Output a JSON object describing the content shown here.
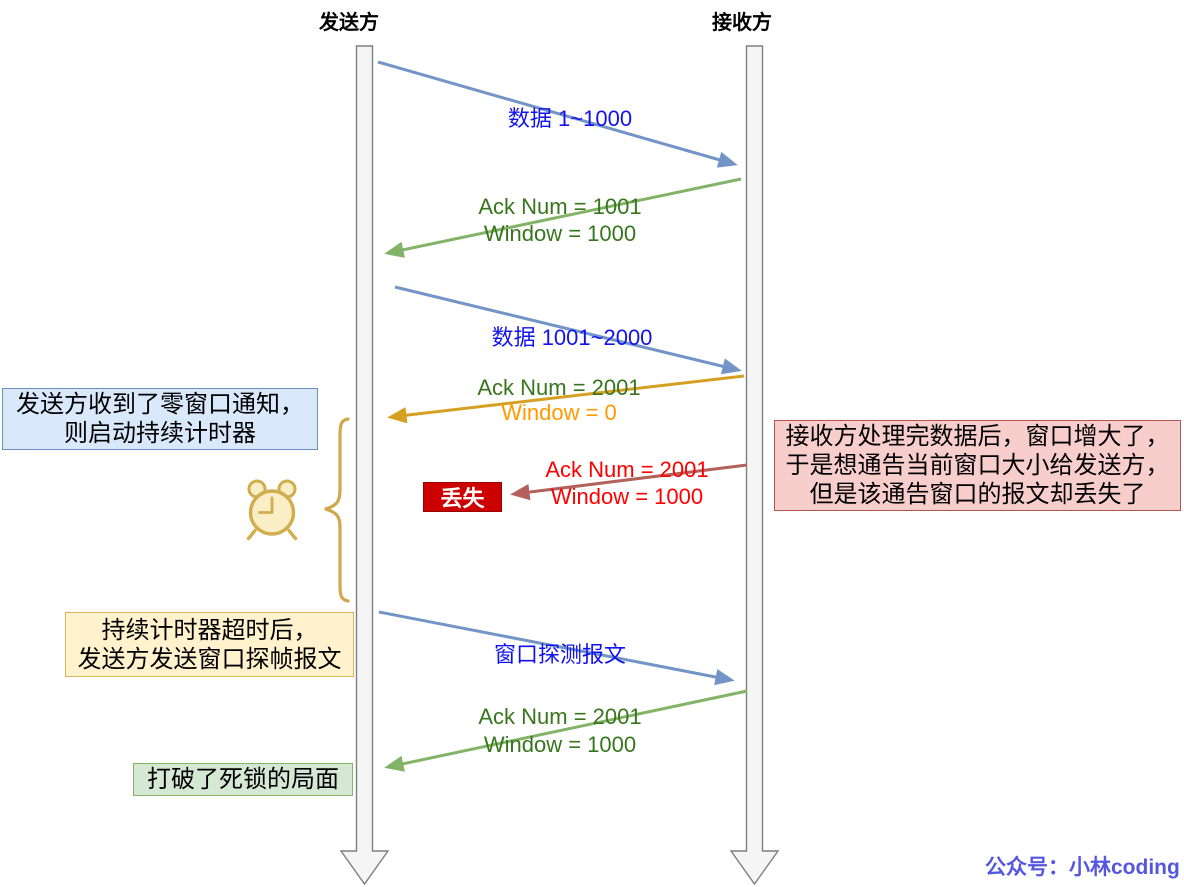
{
  "actors": {
    "sender": "发送方",
    "receiver": "接收方"
  },
  "messages": {
    "data_1_1000": {
      "label": "数据 1~1000"
    },
    "ack_1001": {
      "ack": "Ack Num = 1001",
      "window": "Window = 1000"
    },
    "data_1001_2000": {
      "label": "数据 1001~2000"
    },
    "zero_window": {
      "ack": "Ack Num = 2001",
      "window": "Window = 0"
    },
    "lost_window_update": {
      "ack": "Ack Num = 2001",
      "window": "Window = 1000",
      "badge": "丢失"
    },
    "window_probe": {
      "label": "窗口探测报文"
    },
    "probe_ack": {
      "ack": "Ack Num = 2001",
      "window": "Window = 1000"
    }
  },
  "notes": {
    "persistence_timer": {
      "line1": "发送方收到了零窗口通知，",
      "line2": "则启动持续计时器"
    },
    "receiver_window_lost": {
      "line1": "接收方处理完数据后，窗口增大了，",
      "line2": "于是想通告当前窗口大小给发送方，",
      "line3": "但是该通告窗口的报文却丢失了"
    },
    "timer_timeout": {
      "line1": "持续计时器超时后，",
      "line2": "发送方发送窗口探帧报文"
    },
    "deadlock_broken": {
      "label": "打破了死锁的局面"
    }
  },
  "footer": {
    "watermark": "公众号：小林coding"
  },
  "icons": {
    "alarm_clock": "alarm-clock-icon",
    "brace": "persistence-timer-brace"
  },
  "colors": {
    "data_arrow": "#7394c6",
    "ack_arrow": "#82b366",
    "zero_window_arrow": "#d5a021",
    "lost_arrow": "#b4605b",
    "data_label": "#1212ee",
    "ack_label": "#38761d",
    "zero_window_label": "#ff9900",
    "lost_label": "#ff0000",
    "lost_badge_bg": "#cc0000",
    "lost_badge_border": "#990000",
    "note_blue_bg": "#dae8fc",
    "note_blue_border": "#6c8ebf",
    "note_pink_bg": "#f8cecc",
    "note_pink_border": "#b85450",
    "note_yellow_bg": "#fff2cc",
    "note_yellow_border": "#d6b656",
    "note_green_bg": "#d5e8d4",
    "note_green_border": "#82b366",
    "timer_gold": "#cfa84e",
    "lifeline_fill": "#f5f5f5",
    "lifeline_border": "#7f7f7f",
    "watermark": "#5457e0"
  }
}
